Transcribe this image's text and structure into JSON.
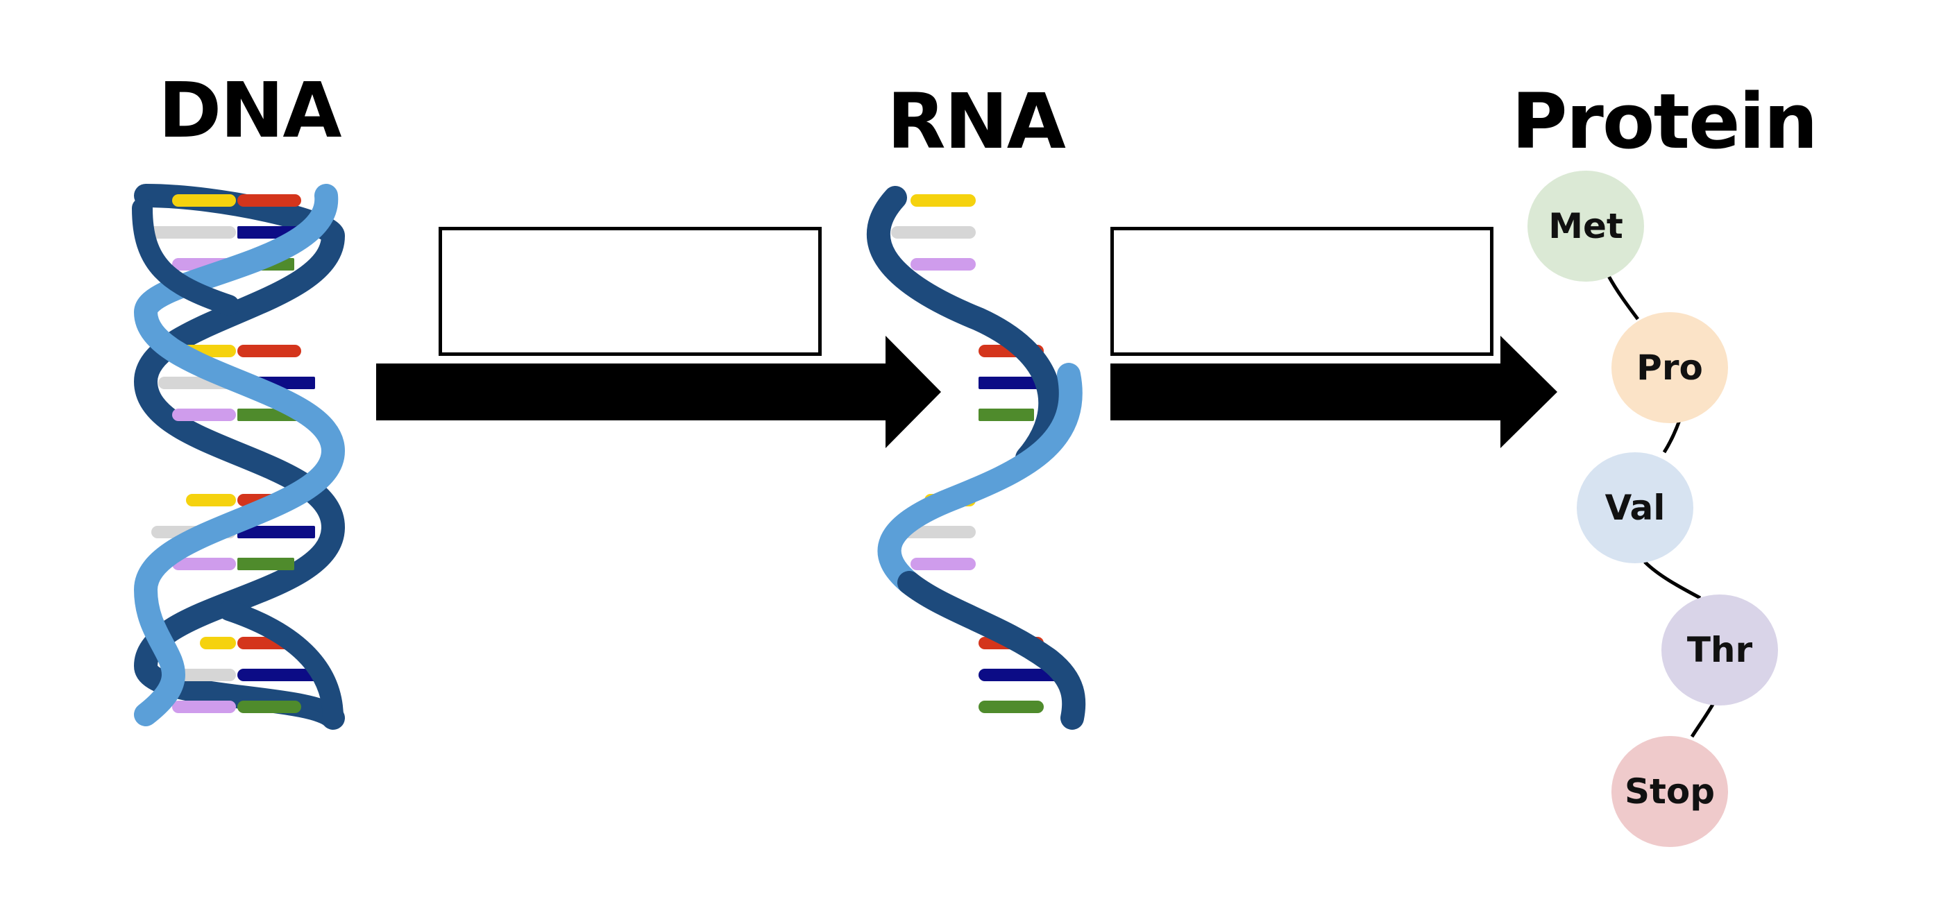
{
  "titles": {
    "dna": "DNA",
    "rna": "RNA",
    "protein": "Protein"
  },
  "answer_boxes": [
    "",
    ""
  ],
  "protein_chain": [
    {
      "label": "Met",
      "color": "#dbe9d5"
    },
    {
      "label": "Pro",
      "color": "#fbe3c7"
    },
    {
      "label": "Val",
      "color": "#d7e3f1"
    },
    {
      "label": "Thr",
      "color": "#d9d4e8"
    },
    {
      "label": "Stop",
      "color": "#efcacb"
    }
  ],
  "colors": {
    "strand_dark": "#1d4a7c",
    "strand_light": "#5b9fd8",
    "base_yellow": "#f5d20e",
    "base_red": "#d4351c",
    "base_gray": "#d6d6d6",
    "base_navy": "#0c0c86",
    "base_purple": "#cf9cec",
    "base_green": "#4f8b2c",
    "arrow": "#000000"
  }
}
